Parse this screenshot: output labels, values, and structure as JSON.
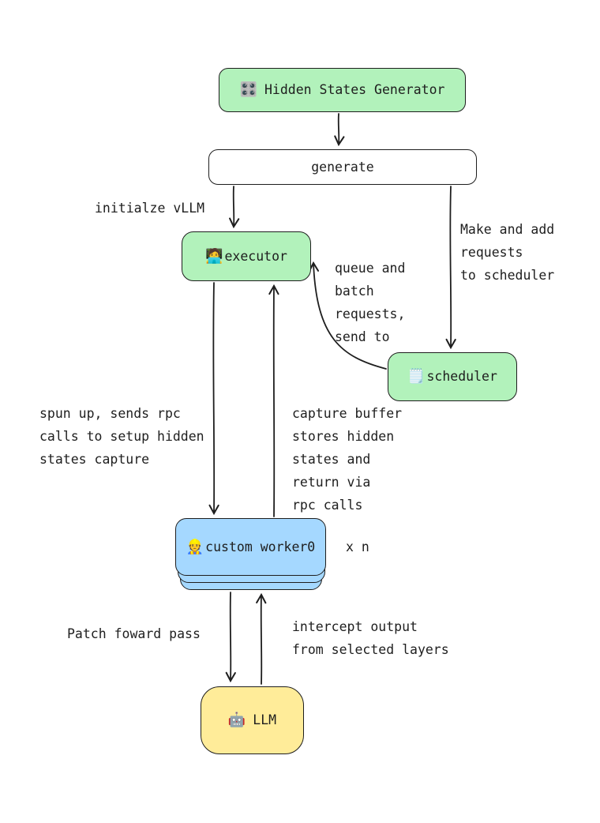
{
  "nodes": {
    "generator": {
      "icon": "🎛️",
      "label": "Hidden States Generator"
    },
    "generate": {
      "label": "generate"
    },
    "executor": {
      "icon": "🧑‍💻",
      "label": "executor"
    },
    "scheduler": {
      "icon": "🗒️",
      "label": "scheduler"
    },
    "worker": {
      "icon": "👷",
      "label": "custom worker0"
    },
    "llm": {
      "icon": "🤖",
      "label": "LLM"
    }
  },
  "labels": {
    "init_vllm": "initialze vLLM",
    "make_add": "Make and add\nrequests\nto scheduler",
    "queue_batch": "queue and\nbatch\nrequests,\nsend to",
    "spun_up": "spun up, sends rpc\ncalls to setup hidden\nstates capture",
    "capture_buffer": "capture buffer\nstores hidden\nstates and\nreturn via\nrpc calls",
    "x_n": "x n",
    "patch_forward": "Patch foward pass",
    "intercept": "intercept output\nfrom selected layers"
  },
  "colors": {
    "node_green": "#b2f2bb",
    "node_blue": "#a5d8ff",
    "node_yellow": "#ffec99",
    "stroke": "#1e1e1e",
    "background": "#ffffff"
  }
}
